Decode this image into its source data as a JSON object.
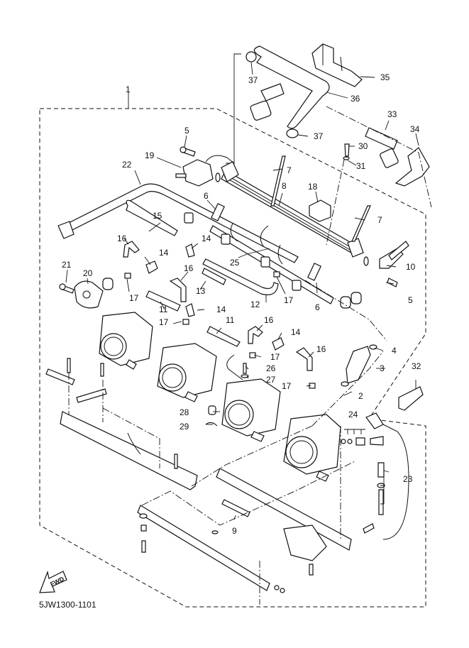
{
  "diagram": {
    "title": "Throttle body assembly (exploded parts view)",
    "drawing_code": "5JW1300-1101",
    "fwd_label": "FWD",
    "callouts": [
      {
        "id": "c1",
        "label": "1"
      },
      {
        "id": "c2",
        "label": "2"
      },
      {
        "id": "c3",
        "label": "3"
      },
      {
        "id": "c4",
        "label": "4"
      },
      {
        "id": "c5a",
        "label": "5"
      },
      {
        "id": "c5b",
        "label": "5"
      },
      {
        "id": "c6a",
        "label": "6"
      },
      {
        "id": "c6b",
        "label": "6"
      },
      {
        "id": "c7a",
        "label": "7"
      },
      {
        "id": "c7b",
        "label": "7"
      },
      {
        "id": "c8",
        "label": "8"
      },
      {
        "id": "c9",
        "label": "9"
      },
      {
        "id": "c10",
        "label": "10"
      },
      {
        "id": "c11a",
        "label": "11"
      },
      {
        "id": "c11b",
        "label": "11"
      },
      {
        "id": "c12",
        "label": "12"
      },
      {
        "id": "c13",
        "label": "13"
      },
      {
        "id": "c14a",
        "label": "14"
      },
      {
        "id": "c14b",
        "label": "14"
      },
      {
        "id": "c14c",
        "label": "14"
      },
      {
        "id": "c14d",
        "label": "14"
      },
      {
        "id": "c15",
        "label": "15"
      },
      {
        "id": "c16a",
        "label": "16"
      },
      {
        "id": "c16b",
        "label": "16"
      },
      {
        "id": "c16c",
        "label": "16"
      },
      {
        "id": "c16d",
        "label": "16"
      },
      {
        "id": "c17a",
        "label": "17"
      },
      {
        "id": "c17b",
        "label": "17"
      },
      {
        "id": "c17c",
        "label": "17"
      },
      {
        "id": "c17d",
        "label": "17"
      },
      {
        "id": "c17e",
        "label": "17"
      },
      {
        "id": "c18",
        "label": "18"
      },
      {
        "id": "c19",
        "label": "19"
      },
      {
        "id": "c20",
        "label": "20"
      },
      {
        "id": "c21",
        "label": "21"
      },
      {
        "id": "c22",
        "label": "22"
      },
      {
        "id": "c23",
        "label": "23"
      },
      {
        "id": "c24",
        "label": "24"
      },
      {
        "id": "c25",
        "label": "25"
      },
      {
        "id": "c26",
        "label": "26"
      },
      {
        "id": "c27",
        "label": "27"
      },
      {
        "id": "c28",
        "label": "28"
      },
      {
        "id": "c29",
        "label": "29"
      },
      {
        "id": "c30",
        "label": "30"
      },
      {
        "id": "c31",
        "label": "31"
      },
      {
        "id": "c32",
        "label": "32"
      },
      {
        "id": "c33",
        "label": "33"
      },
      {
        "id": "c34",
        "label": "34"
      },
      {
        "id": "c35",
        "label": "35"
      },
      {
        "id": "c36",
        "label": "36"
      },
      {
        "id": "c37a",
        "label": "37"
      },
      {
        "id": "c37b",
        "label": "37"
      }
    ]
  }
}
